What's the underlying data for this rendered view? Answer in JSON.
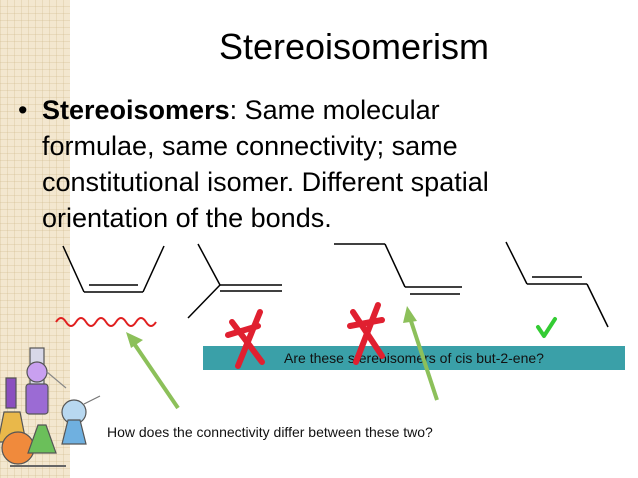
{
  "slide": {
    "title": "Stereoisomerism",
    "bullet": "•",
    "term": "Stereoisomers",
    "definition": ":  Same molecular formulae, same connectivity; same constitutional isomer.  Different spatial orientation of the bonds."
  },
  "banner": {
    "text": "Are these stereoisomers of cis but-2-ene?",
    "color": "#3aa0a8"
  },
  "question": "How does the connectivity differ between these two?",
  "molecules": [
    "cis-but-2-ene",
    "2-methylpropene",
    "but-1-ene",
    "trans-but-2-ene"
  ],
  "marks": {
    "rejected": [
      "2-methylpropene",
      "but-1-ene"
    ],
    "accepted": [
      "trans-but-2-ene"
    ],
    "cross_color": "#e02030",
    "check_color": "#33cc33",
    "wave_color": "#e02020",
    "arrow_color": "#8cc05a"
  },
  "icons": [
    "lab-glassware-clipart-icon"
  ]
}
